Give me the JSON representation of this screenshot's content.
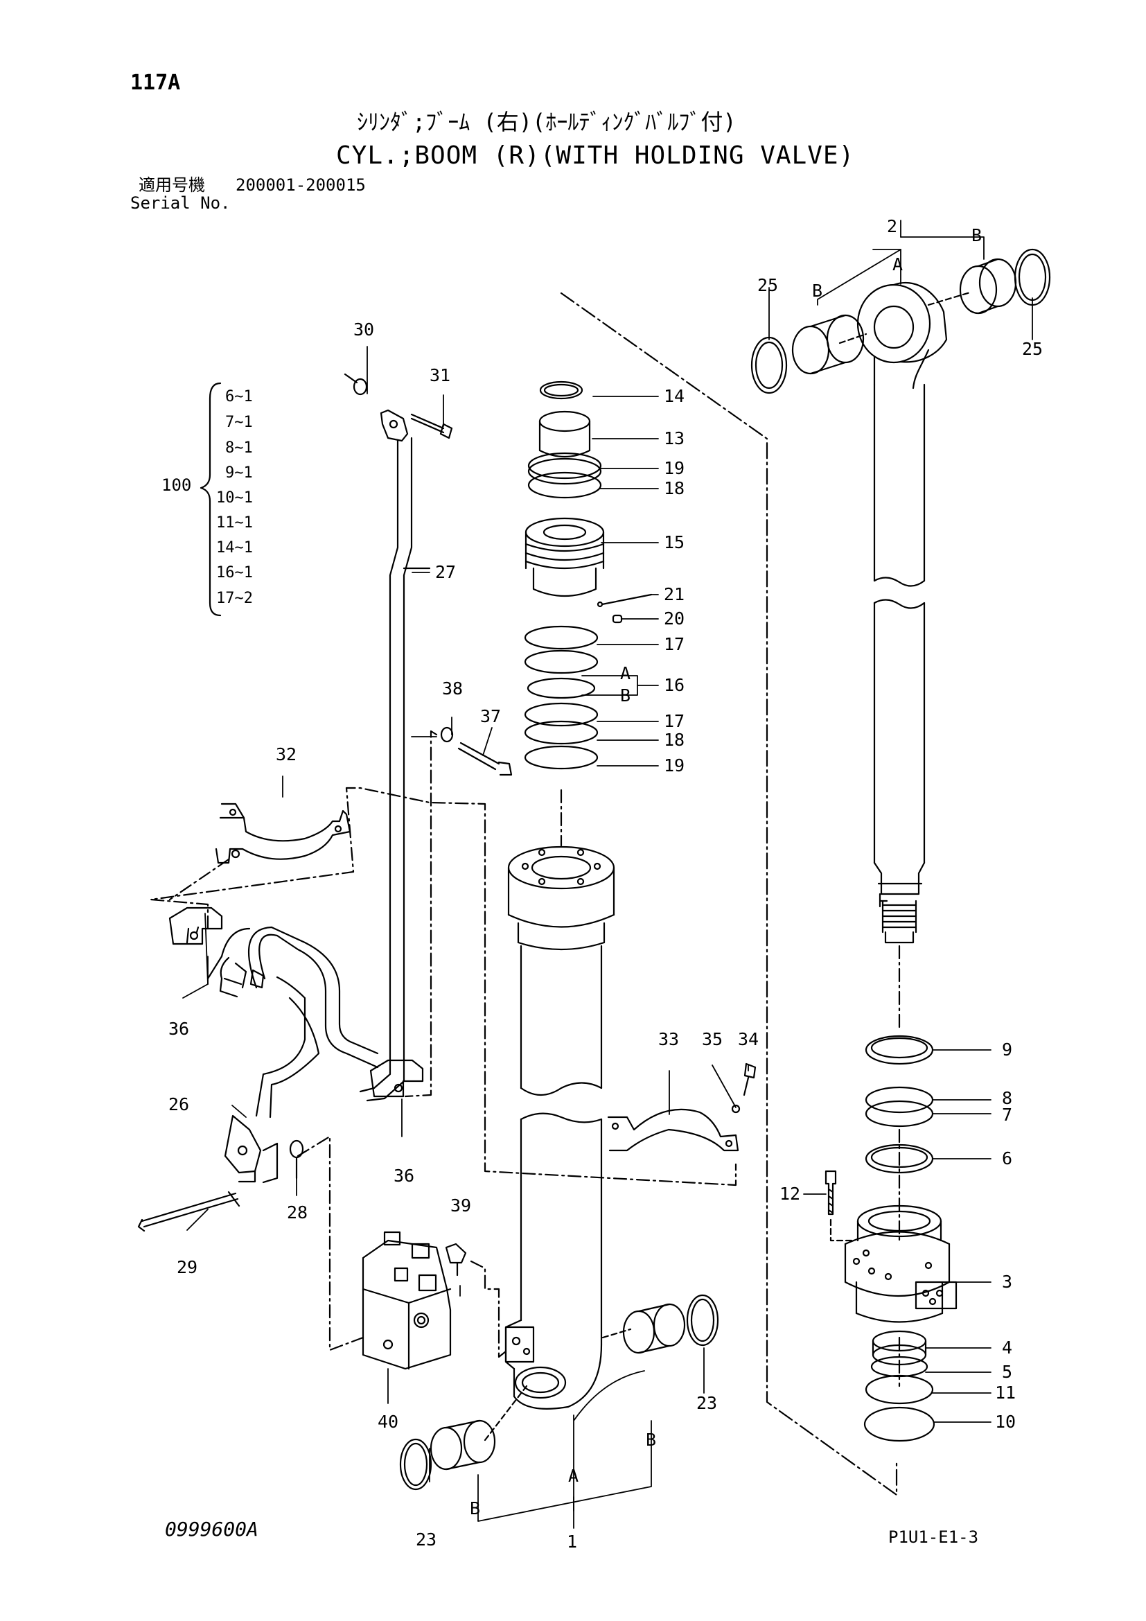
{
  "header": {
    "page_number": "117A",
    "title_jp": "ｼﾘﾝﾀﾞ;ﾌﾞｰﾑ (右)(ﾎｰﾙﾃﾞｨﾝｸﾞﾊﾞﾙﾌﾞ付)",
    "title_en": "CYL.;BOOM (R)(WITH HOLDING VALVE)",
    "serial_label_jp": "適用号機",
    "serial_range": "200001-200015",
    "serial_label_en": "Serial No."
  },
  "kit": {
    "number": "100",
    "items": [
      "6~1",
      "7~1",
      "8~1",
      "9~1",
      "10~1",
      "11~1",
      "14~1",
      "16~1",
      "17~2"
    ]
  },
  "callouts": [
    {
      "id": "c1",
      "text": "1"
    },
    {
      "id": "c2",
      "text": "2"
    },
    {
      "id": "c3",
      "text": "3"
    },
    {
      "id": "c4",
      "text": "4"
    },
    {
      "id": "c5",
      "text": "5"
    },
    {
      "id": "c6",
      "text": "6"
    },
    {
      "id": "c7",
      "text": "7"
    },
    {
      "id": "c8",
      "text": "8"
    },
    {
      "id": "c9",
      "text": "9"
    },
    {
      "id": "c10",
      "text": "10"
    },
    {
      "id": "c11",
      "text": "11"
    },
    {
      "id": "c12",
      "text": "12"
    },
    {
      "id": "c13",
      "text": "13"
    },
    {
      "id": "c14",
      "text": "14"
    },
    {
      "id": "c15",
      "text": "15"
    },
    {
      "id": "c16",
      "text": "16"
    },
    {
      "id": "c17a",
      "text": "17"
    },
    {
      "id": "c17b",
      "text": "17"
    },
    {
      "id": "c18a",
      "text": "18"
    },
    {
      "id": "c18b",
      "text": "18"
    },
    {
      "id": "c19a",
      "text": "19"
    },
    {
      "id": "c19b",
      "text": "19"
    },
    {
      "id": "c20",
      "text": "20"
    },
    {
      "id": "c21",
      "text": "21"
    },
    {
      "id": "c23a",
      "text": "23"
    },
    {
      "id": "c23b",
      "text": "23"
    },
    {
      "id": "c25a",
      "text": "25"
    },
    {
      "id": "c25b",
      "text": "25"
    },
    {
      "id": "c26",
      "text": "26"
    },
    {
      "id": "c27",
      "text": "27"
    },
    {
      "id": "c28",
      "text": "28"
    },
    {
      "id": "c29",
      "text": "29"
    },
    {
      "id": "c30",
      "text": "30"
    },
    {
      "id": "c31",
      "text": "31"
    },
    {
      "id": "c32",
      "text": "32"
    },
    {
      "id": "c33",
      "text": "33"
    },
    {
      "id": "c34",
      "text": "34"
    },
    {
      "id": "c35",
      "text": "35"
    },
    {
      "id": "c36a",
      "text": "36"
    },
    {
      "id": "c36b",
      "text": "36"
    },
    {
      "id": "c37",
      "text": "37"
    },
    {
      "id": "c38",
      "text": "38"
    },
    {
      "id": "c39",
      "text": "39"
    },
    {
      "id": "c40",
      "text": "40"
    },
    {
      "id": "sA2",
      "text": "A"
    },
    {
      "id": "sB2a",
      "text": "B"
    },
    {
      "id": "sB2b",
      "text": "B"
    },
    {
      "id": "sA16",
      "text": "A"
    },
    {
      "id": "sB16",
      "text": "B"
    },
    {
      "id": "sA1",
      "text": "A"
    },
    {
      "id": "sB1a",
      "text": "B"
    },
    {
      "id": "sB1b",
      "text": "B"
    }
  ],
  "footer": {
    "doc_code": "0999600A",
    "sheet_code": "P1U1-E1-3"
  }
}
